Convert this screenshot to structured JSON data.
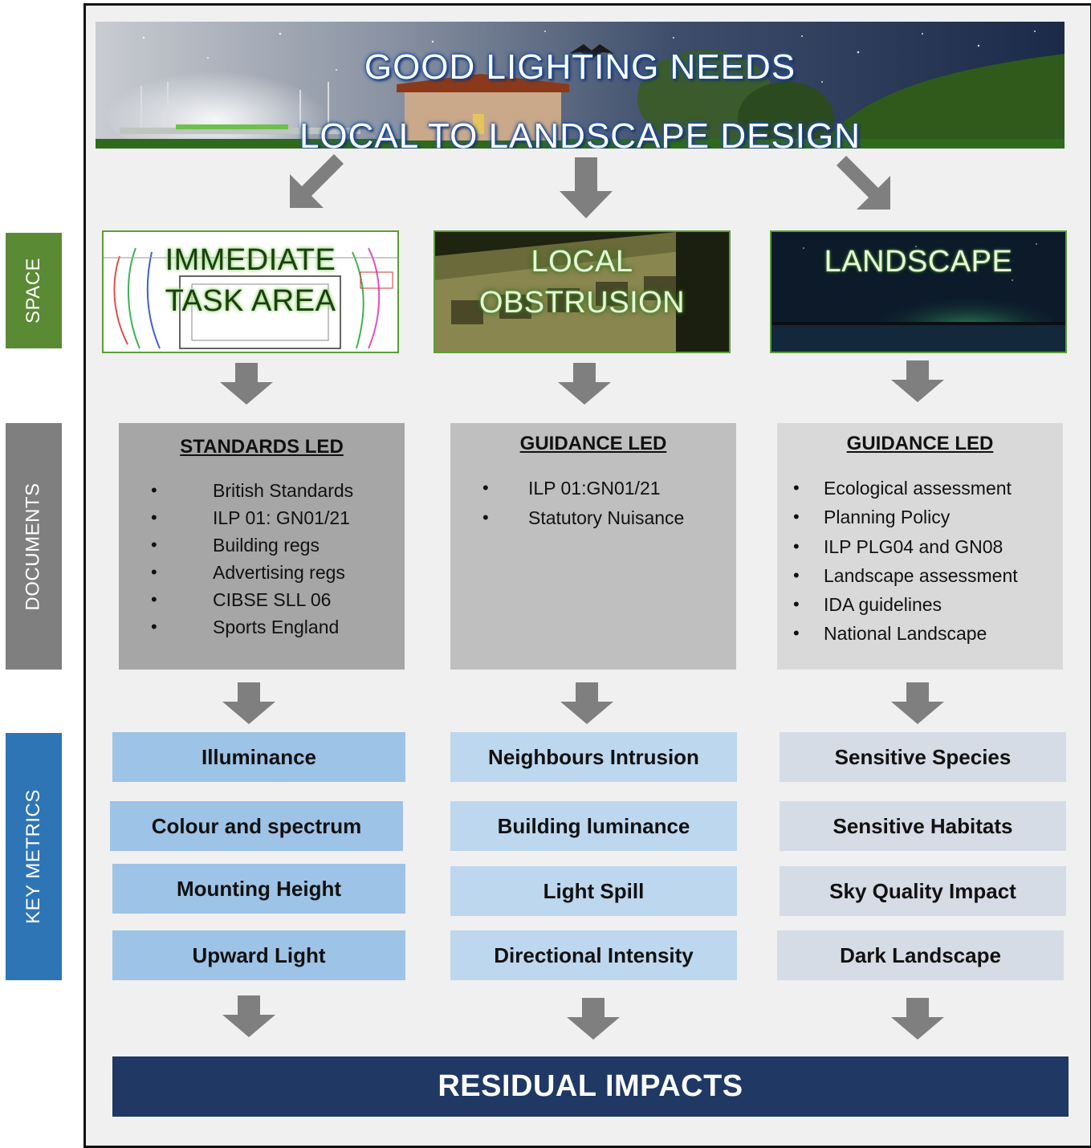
{
  "side_labels": {
    "space": "SPACE",
    "documents": "DOCUMENTS",
    "key_metrics": "KEY METRICS"
  },
  "banner": {
    "line1": "GOOD LIGHTING NEEDS",
    "line2": "LOCAL TO LANDSCAPE DESIGN"
  },
  "space_cards": [
    {
      "title_line1": "IMMEDIATE",
      "title_line2": "TASK AREA"
    },
    {
      "title_line1": "LOCAL",
      "title_line2": "OBSTRUSION"
    },
    {
      "title_line1": "LANDSCAPE"
    }
  ],
  "documents": [
    {
      "heading": "STANDARDS LED",
      "items": [
        "British Standards",
        "ILP 01: GN01/21",
        "Building regs",
        "Advertising regs",
        "CIBSE SLL 06",
        "Sports England"
      ]
    },
    {
      "heading": "GUIDANCE LED",
      "items": [
        "ILP 01:GN01/21",
        "Statutory Nuisance"
      ]
    },
    {
      "heading": "GUIDANCE LED",
      "items": [
        "Ecological assessment",
        "Planning Policy",
        "ILP PLG04 and GN08",
        "Landscape assessment",
        "IDA guidelines",
        "National Landscape"
      ]
    }
  ],
  "bullet": "•",
  "key_metrics": [
    [
      "Illuminance",
      "Colour and spectrum",
      "Mounting Height",
      "Upward Light"
    ],
    [
      "Neighbours Intrusion",
      "Building luminance",
      "Light Spill",
      "Directional Intensity"
    ],
    [
      "Sensitive Species",
      "Sensitive Habitats",
      "Sky Quality Impact",
      "Dark Landscape"
    ]
  ],
  "residual": "RESIDUAL IMPACTS",
  "colors": {
    "space_green": "#5b8a34",
    "documents_grey": "#7f7f7f",
    "metrics_blue": "#2e75b6",
    "arrow_grey": "#7f7f7f",
    "residual_navy": "#1f3864",
    "metric_col1": "#9dc3e6",
    "metric_col2": "#bdd7ee",
    "metric_col3": "#d6dce5"
  }
}
